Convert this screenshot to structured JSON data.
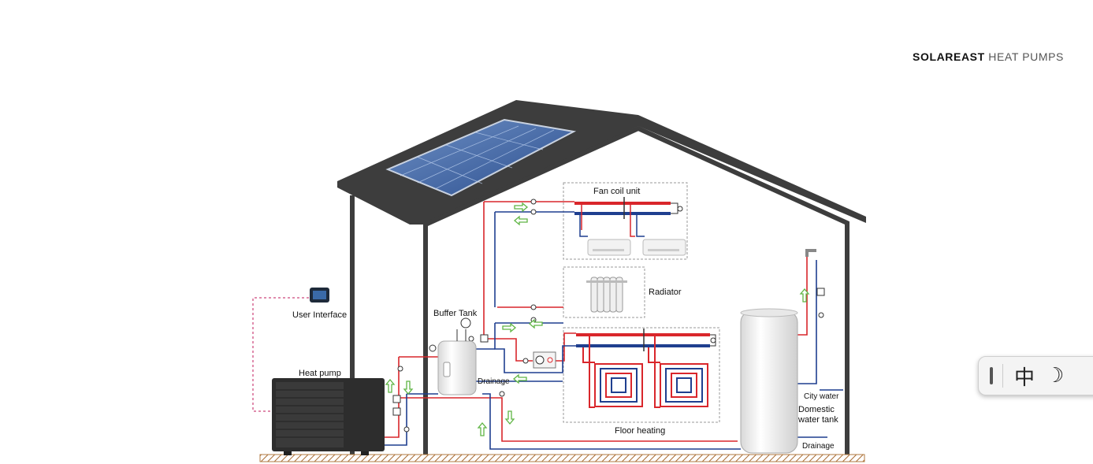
{
  "brand": {
    "bold": "SOLAREAST",
    "light": "HEAT PUMPS"
  },
  "labels": {
    "fan_coil": "Fan coil unit",
    "radiator": "Radiator",
    "buffer_tank": "Buffer Tank",
    "drainage_buffer": "Drainage",
    "user_interface": "User Interface",
    "heat_pump": "Heat pump",
    "floor_heating": "Floor heating",
    "city_water": "City water",
    "domestic_line1": "Domestic",
    "domestic_line2": "water tank",
    "drainage_tank": "Drainage"
  },
  "ime": {
    "mode_glyph": "中",
    "theme_glyph": "☽"
  },
  "colors": {
    "supply": "#d9262b",
    "return": "#1f3f8f",
    "flow_arrow": "#5fb544",
    "roof": "#3d3d3d",
    "ground": "#c98a4a"
  }
}
